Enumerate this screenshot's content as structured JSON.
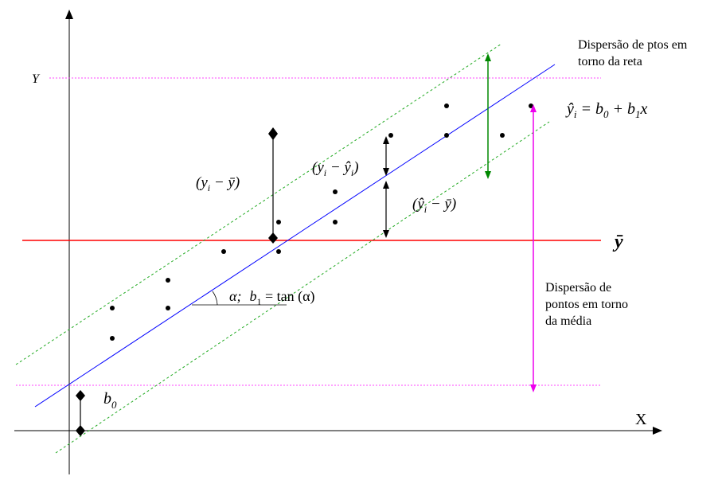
{
  "axes": {
    "y_label": "Y",
    "x_label": "X"
  },
  "labels": {
    "regression_eq_yhat": "ŷ",
    "regression_eq_sub_i": "i",
    "regression_eq_rest": " = b",
    "regression_eq_sub0": "0",
    "regression_eq_plus": " + b",
    "regression_eq_sub1": "1",
    "regression_eq_x": "x",
    "ybar": "ȳ",
    "b0_main": "b",
    "b0_sub": "0",
    "resid_total": "(y",
    "resid_total_sub": "i",
    "resid_total_rest": " − ȳ)",
    "resid_err": "(y",
    "resid_err_sub": "i",
    "resid_err_mid": " − ŷ",
    "resid_err_sub2": "i",
    "resid_err_end": ")",
    "resid_reg": "(ŷ",
    "resid_reg_sub": "i",
    "resid_reg_rest": " − ȳ)",
    "slope_alpha": "α;",
    "slope_b": "b",
    "slope_b_sub": "1",
    "slope_eq": " = tan (α)"
  },
  "notes": {
    "dispersion_line_1": "Dispersão de ptos em",
    "dispersion_line_2": "torno da reta",
    "dispersion_mean_1": "Dispersão de",
    "dispersion_mean_2": "pontos em torno",
    "dispersion_mean_3": "da média"
  },
  "colors": {
    "regression_line": "#0000ff",
    "mean_line": "#ff0000",
    "band_lines": "#22aa22",
    "dotted_bounds": "#ff44ff",
    "green_arrow": "#008800",
    "magenta_arrow": "#ee00ee",
    "axes": "#000000"
  }
}
